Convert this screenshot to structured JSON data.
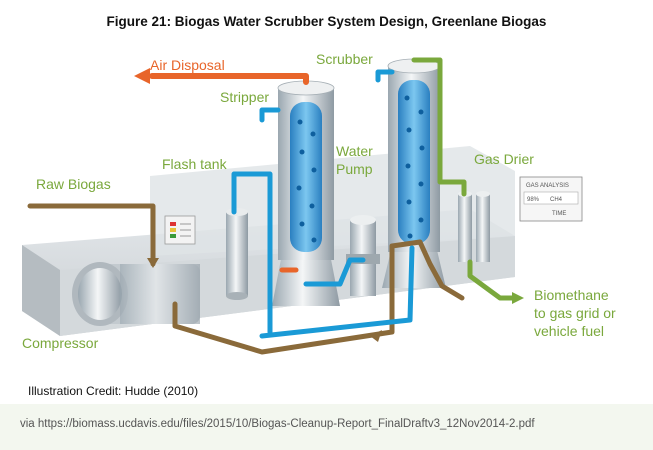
{
  "figure_title": "Figure 21: Biogas Water Scrubber System Design, Greenlane Biogas",
  "labels": {
    "air_disposal": "Air Disposal",
    "scrubber": "Scrubber",
    "stripper": "Stripper",
    "water_pump_1": "Water",
    "water_pump_2": "Pump",
    "flash_tank": "Flash tank",
    "raw_biogas": "Raw Biogas",
    "gas_drier": "Gas Drier",
    "biomethane_1": "Biomethane",
    "biomethane_2": "to gas grid or",
    "biomethane_3": "vehicle fuel",
    "compressor": "Compressor"
  },
  "gas_panel": {
    "title": "GAS ANALYSIS",
    "value": "98%",
    "gas": "CH4",
    "footer": "TIME"
  },
  "credit": "Illustration Credit: Hudde (2010)",
  "source": "via https://biomass.ucdavis.edu/files/2015/10/Biogas-Cleanup-Report_FinalDraftv3_12Nov2014-2.pdf",
  "colors": {
    "water_pipe": "#1a9ad6",
    "gas_pipe": "#8a6a3a",
    "air_pipe": "#e8652a",
    "product_pipe": "#7aa83c",
    "label_green": "#7aa83c"
  }
}
